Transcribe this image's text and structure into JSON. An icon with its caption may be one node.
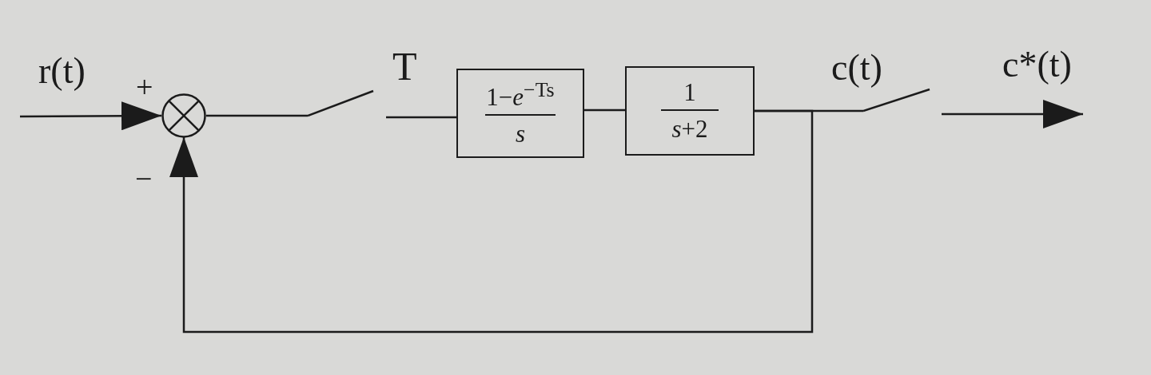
{
  "diagram": {
    "nodes": [
      {
        "text": [],
        "shape": "circle"
      },
      {
        "text": [
          "T"
        ]
      },
      {
        "text": [
          "1−*e*$^{−Ts}$",
          "s"
        ]
      },
      {
        "text": [
          "1",
          "*s*+2"
        ]
      },
      {
        "text": [],
        "shape": "switch"
      }
    ],
    "edges": [
      {
        "from": null,
        "to": 0,
        "arrow": "to",
        "label": "r(t)"
      },
      {
        "from": 0,
        "to": 1,
        "arrow": "none"
      },
      {
        "from": 1,
        "to": 2,
        "arrow": "none"
      },
      {
        "from": 2,
        "to": 3,
        "arrow": "none"
      },
      {
        "from": 3,
        "to": 4,
        "arrow": "none",
        "label": "c(t)"
      },
      {
        "from": 4,
        "to": null,
        "arrow": "to",
        "label": "c*(t)"
      },
      {
        "from": 3,
        "to": 0,
        "arrow": "to"
      }
    ],
    "labels": [
      "+",
      "−"
    ]
  }
}
